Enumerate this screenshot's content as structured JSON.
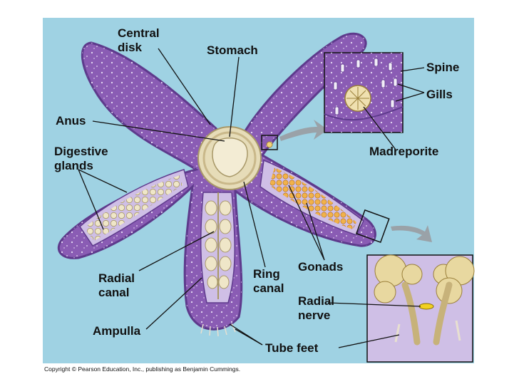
{
  "labels": {
    "central_disk": [
      "Central",
      "disk"
    ],
    "stomach": "Stomach",
    "anus": "Anus",
    "digestive_glands": [
      "Digestive",
      "glands"
    ],
    "radial_canal": [
      "Radial",
      "canal"
    ],
    "ring_canal": [
      "Ring",
      "canal"
    ],
    "gonads": "Gonads",
    "ampulla": "Ampulla",
    "tube_feet": "Tube feet",
    "spine": "Spine",
    "gills": "Gills",
    "madreporite": "Madreporite",
    "radial_nerve": [
      "Radial",
      "nerve"
    ]
  },
  "copyright": "Copyright © Pearson Education, Inc., publishing as Benjamin Cummings.",
  "colors": {
    "background_panel": "#9fd2e3",
    "body_purple": "#8a5cb4",
    "body_dark": "#5e3a8c",
    "internal_cream": "#e6dcb8",
    "gonad_orange": "#e8a43c",
    "label_text": "#111111"
  }
}
